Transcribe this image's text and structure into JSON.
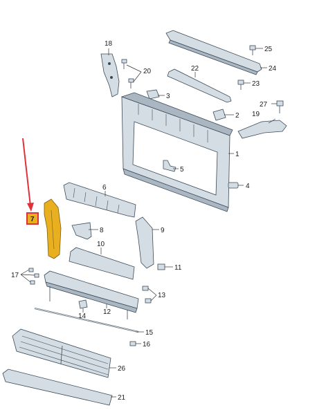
{
  "colors": {
    "part_fill": "#d5dde4",
    "part_shade": "#aab6c1",
    "part_stroke": "#3a4a58",
    "highlight_fill": "#e8b020",
    "highlight_box": "#e0303a",
    "arrow": "#e0303a"
  },
  "highlighted_part": "7",
  "callouts": {
    "c1": "1",
    "c2": "2",
    "c3": "3",
    "c4": "4",
    "c5": "5",
    "c6": "6",
    "c7": "7",
    "c8": "8",
    "c9": "9",
    "c10": "10",
    "c11": "11",
    "c12": "12",
    "c13": "13",
    "c14": "14",
    "c15": "15",
    "c16": "16",
    "c17": "17",
    "c18": "18",
    "c19": "19",
    "c20": "20",
    "c21": "21",
    "c22": "22",
    "c23": "23",
    "c24": "24",
    "c25": "25",
    "c26": "26",
    "c27": "27"
  }
}
